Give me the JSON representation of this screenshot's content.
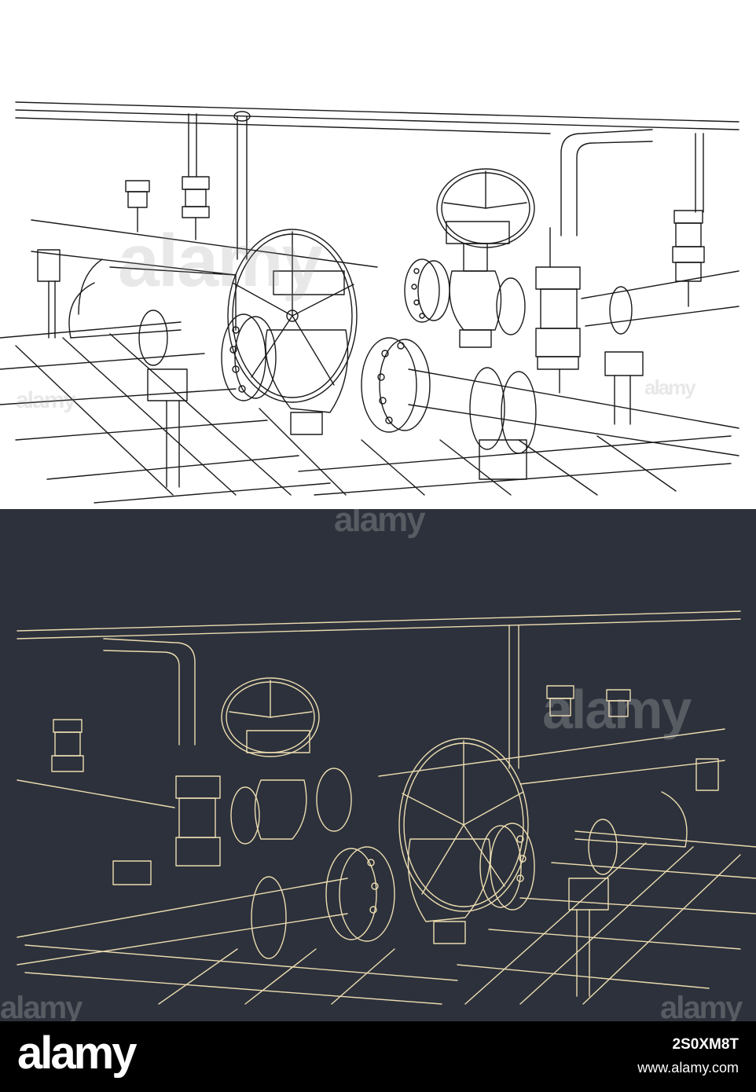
{
  "colors": {
    "light_background": "#ffffff",
    "light_line": "#1a1a1a",
    "dark_background": "#2c313b",
    "dark_line": "#ecdcb0",
    "footer_background": "#000000",
    "footer_text": "#ffffff"
  },
  "illustration": {
    "panels": [
      {
        "style": "black line drawing on white"
      },
      {
        "style": "cream blueprint lines on dark slate"
      }
    ]
  },
  "watermark": {
    "text": "alamy"
  },
  "footer": {
    "brand": "alamy",
    "image_id": "2S0XM8T",
    "site": "www.alamy.com"
  }
}
